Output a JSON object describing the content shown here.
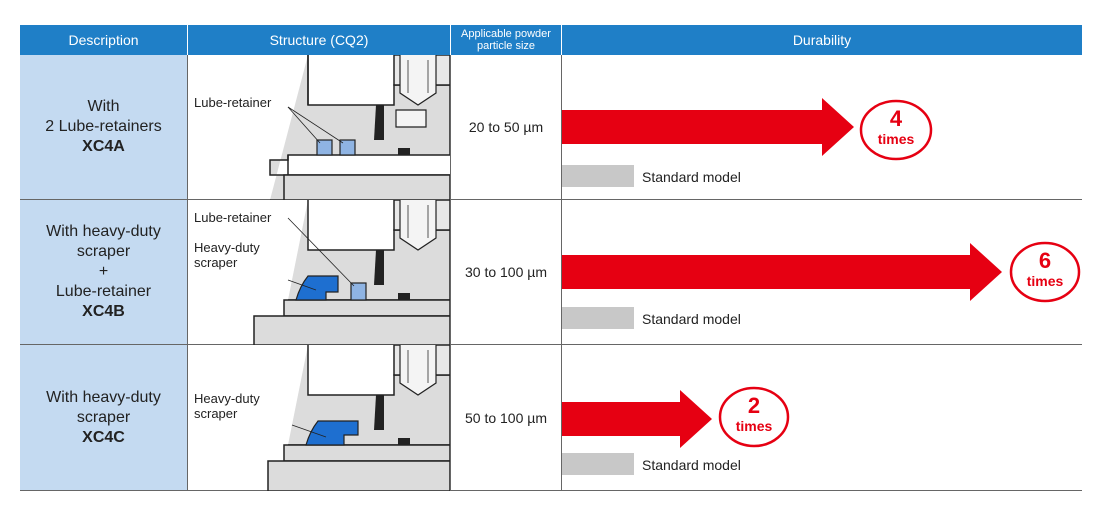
{
  "header": {
    "description": "Description",
    "structure": "Structure (CQ2)",
    "particle_size_line1": "Applicable powder",
    "particle_size_line2": "particle size",
    "durability": "Durability"
  },
  "rows": [
    {
      "desc_lines": [
        "With",
        "2 Lube-retainers"
      ],
      "code": "XC4A",
      "labels": [
        "Lube-retainer"
      ],
      "particle_size": "20 to 50 µm",
      "multiplier": "4",
      "multiplier_unit": "times",
      "standard_label": "Standard model"
    },
    {
      "desc_lines": [
        "With heavy-duty",
        "scraper",
        "+",
        "Lube-retainer"
      ],
      "code": "XC4B",
      "labels": [
        "Lube-retainer",
        "Heavy-duty",
        "scraper"
      ],
      "particle_size": "30 to 100 µm",
      "multiplier": "6",
      "multiplier_unit": "times",
      "standard_label": "Standard model"
    },
    {
      "desc_lines": [
        "With heavy-duty",
        "scraper"
      ],
      "code": "XC4C",
      "labels": [
        "Heavy-duty",
        "scraper"
      ],
      "particle_size": "50 to 100 µm",
      "multiplier": "2",
      "multiplier_unit": "times",
      "standard_label": "Standard model"
    }
  ],
  "colors": {
    "header_bg": "#1f7fc7",
    "desc_bg": "#c4daf1",
    "arrow": "#e60012",
    "standard_bar": "#c8c8c8",
    "retainer": "#8fb4e3",
    "scraper": "#1e6fd0"
  }
}
